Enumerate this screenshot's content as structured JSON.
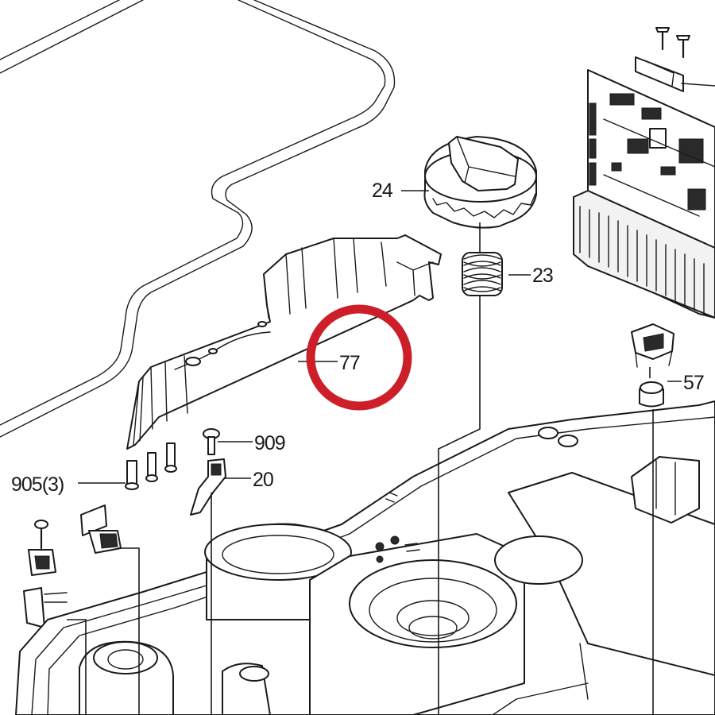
{
  "diagram": {
    "highlight_color": "#cc1f2a",
    "line_color": "#1a1a1a",
    "callouts": [
      {
        "id": "24",
        "label": "24"
      },
      {
        "id": "23",
        "label": "23"
      },
      {
        "id": "77",
        "label": "77"
      },
      {
        "id": "57",
        "label": "57"
      },
      {
        "id": "909",
        "label": "909"
      },
      {
        "id": "20",
        "label": "20"
      },
      {
        "id": "905",
        "label": "905(3)"
      }
    ]
  }
}
